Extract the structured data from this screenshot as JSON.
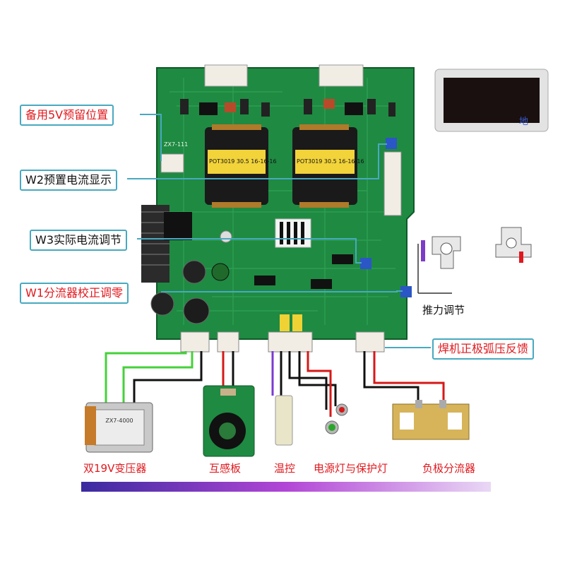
{
  "callouts": {
    "spare_5v": "备用5V预留位置",
    "w2_display": "W2预置电流显示",
    "w3_adjust": "W3实际电流调节",
    "w1_zero": "W1分流器校正调零",
    "arc_feedback": "焊机正极弧压反馈"
  },
  "labels": {
    "push_force": "推力调节",
    "transformer": "双19V变压器",
    "mutual_board": "互感板",
    "temp_control": "温控",
    "power_lamp": "电源灯与保护灯",
    "shunt": "负极分流器"
  },
  "board": {
    "transformer_label": "POT3019 30.5 16-16-16",
    "board_marking": "ZX7-111",
    "small_transformer_label": "ZX7-4000",
    "meter_text": "地"
  },
  "colors": {
    "pcb": "#1f8a42",
    "callout_border": "#48a9c0",
    "red_text": "#e0191e",
    "wire_green": "#45d13a"
  }
}
